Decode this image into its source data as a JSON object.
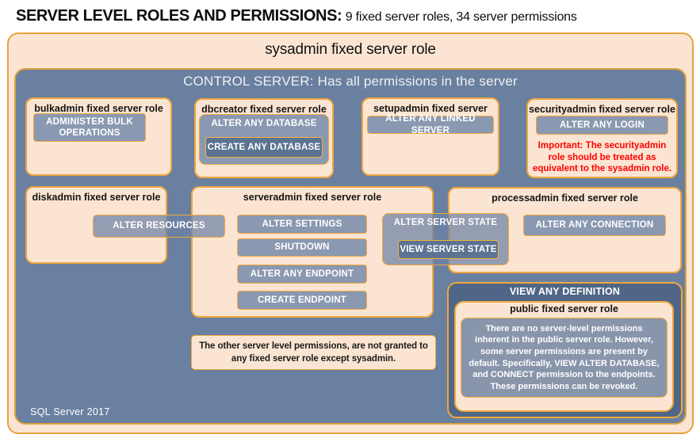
{
  "title": {
    "heading": "SERVER LEVEL ROLES AND PERMISSIONS:",
    "subtitle": " 9 fixed server roles, 34 server permissions"
  },
  "sysadmin": {
    "label": "sysadmin fixed server role"
  },
  "control_server": {
    "label": "CONTROL SERVER: Has all permissions in the server"
  },
  "roles": {
    "bulkadmin": {
      "title": "bulkadmin fixed server role",
      "permission": "ADMINISTER BULK OPERATIONS"
    },
    "dbcreator": {
      "title": "dbcreator fixed server role",
      "outer_permission": "ALTER ANY DATABASE",
      "inner_permission": "CREATE ANY DATABASE"
    },
    "setupadmin": {
      "title": "setupadmin fixed server role",
      "permission": "ALTER ANY LINKED SERVER"
    },
    "securityadmin": {
      "title": "securityadmin fixed server role",
      "permission": "ALTER ANY LOGIN",
      "warning": "Important: The securityadmin role should be treated as equivalent to the sysadmin role."
    },
    "diskadmin": {
      "title": "diskadmin fixed server role",
      "permission": "ALTER RESOURCES"
    },
    "serveradmin": {
      "title": "serveradmin fixed server role",
      "permissions": [
        "ALTER SETTINGS",
        "SHUTDOWN",
        "ALTER ANY ENDPOINT",
        "CREATE ENDPOINT"
      ],
      "shared_outer_permission": "ALTER SERVER STATE",
      "shared_inner_permission": "VIEW SERVER STATE"
    },
    "processadmin": {
      "title": "processadmin fixed server role",
      "permission": "ALTER ANY CONNECTION"
    },
    "public": {
      "container_permission": "VIEW ANY DEFINITION",
      "title": "public fixed server role",
      "description": "There are no server-level permissions inherent in the public server role. However, some server permissions are present by default. Specifically, VIEW ALTER DATABASE, and CONNECT permission to the endpoints. These permissions can be revoked."
    }
  },
  "note": "The other server level permissions, are not granted to any fixed server role except sysadmin.",
  "footer": {
    "label": "SQL Server 2017"
  },
  "colors": {
    "peach_fill": "#fbe5d2",
    "orange_border": "#efa63e",
    "slate_background": "#6a80a0",
    "permission_fill": "#8a99b1",
    "permission_dark_fill": "#5c7392",
    "definition_dark_fill": "#4f6687",
    "warning_red": "#ff0000"
  }
}
